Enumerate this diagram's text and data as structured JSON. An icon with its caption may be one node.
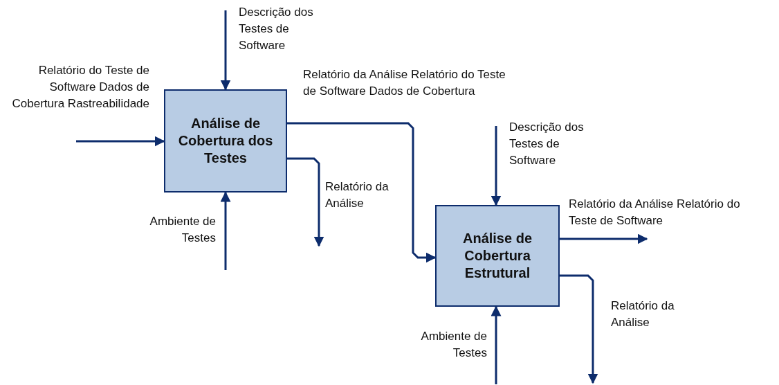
{
  "diagram": {
    "nodes": [
      {
        "text": [
          "Análise de Cobertura dos Testes"
        ]
      },
      {
        "text": [
          "Análise de Cobertura Estrutural"
        ]
      }
    ],
    "edges": [
      {
        "from": null,
        "to": 0,
        "arrow": "to",
        "label": "Descrição dos Testes de Software"
      },
      {
        "from": null,
        "to": 0,
        "arrow": "to",
        "label": "Relatório do Teste de Software Dados de Cobertura Rastreabilidade"
      },
      {
        "from": null,
        "to": 0,
        "arrow": "to",
        "label": "Ambiente de Testes"
      },
      {
        "from": 0,
        "to": null,
        "arrow": "to",
        "label": "Relatório da Análise"
      },
      {
        "from": 0,
        "to": 1,
        "arrow": "to",
        "label": "Relatório da Análise Relatório do Teste de Software Dados de Cobertura"
      },
      {
        "from": null,
        "to": 1,
        "arrow": "to",
        "label": "Descrição dos Testes de Software"
      },
      {
        "from": null,
        "to": 1,
        "arrow": "to",
        "label": "Ambiente de Testes"
      },
      {
        "from": 1,
        "to": null,
        "arrow": "to",
        "label": "Relatório da Análise Relatório do Teste de Software"
      },
      {
        "from": 1,
        "to": null,
        "arrow": "to",
        "label": "Relatório da Análise"
      }
    ]
  }
}
